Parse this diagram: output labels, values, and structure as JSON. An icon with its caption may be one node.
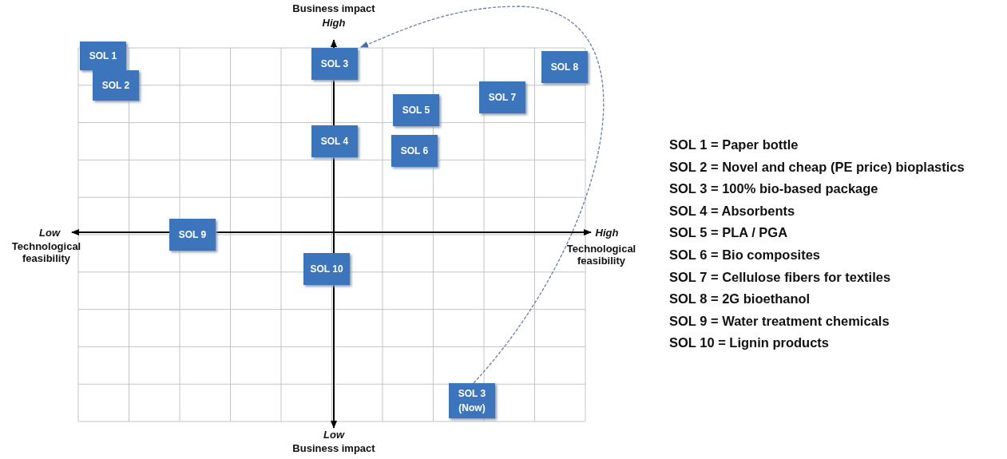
{
  "diagram": {
    "nodes": [
      {
        "text": [
          "SOL 1"
        ]
      },
      {
        "text": [
          "SOL 3"
        ]
      },
      {
        "text": [
          "SOL 8"
        ]
      },
      {
        "text": [
          "SOL 2"
        ]
      },
      {
        "text": [
          "SOL 7"
        ]
      },
      {
        "text": [
          "SOL 5"
        ]
      },
      {
        "text": [
          "SOL 4"
        ]
      },
      {
        "text": [
          "SOL 6"
        ]
      },
      {
        "text": [
          "SOL 9"
        ]
      },
      {
        "text": [
          "SOL 10"
        ]
      },
      {
        "text": [
          "SOL 3 (Now)"
        ]
      }
    ],
    "edges": [
      {
        "from": 10,
        "to": 1,
        "arrow": "to",
        "style": "dashed"
      }
    ],
    "labels": [
      "Business impact",
      "High",
      "Low",
      "Technological feasibility",
      "High",
      "Technological feasibility",
      "Low",
      "Business impact",
      "SOL 1 = Paper bottle",
      "SOL 2 = Novel and cheap (PE price) bioplastics",
      "SOL 3 = 100% bio-based package",
      "SOL 4 = Absorbents",
      "SOL 5 = PLA / PGA",
      "SOL 6 = Bio composites",
      "SOL 7 = Cellulose fibers for textiles",
      "SOL 8 = 2G bioethanol",
      "SOL 9 = Water treatment chemicals",
      "SOL 10 = Lignin products"
    ]
  }
}
